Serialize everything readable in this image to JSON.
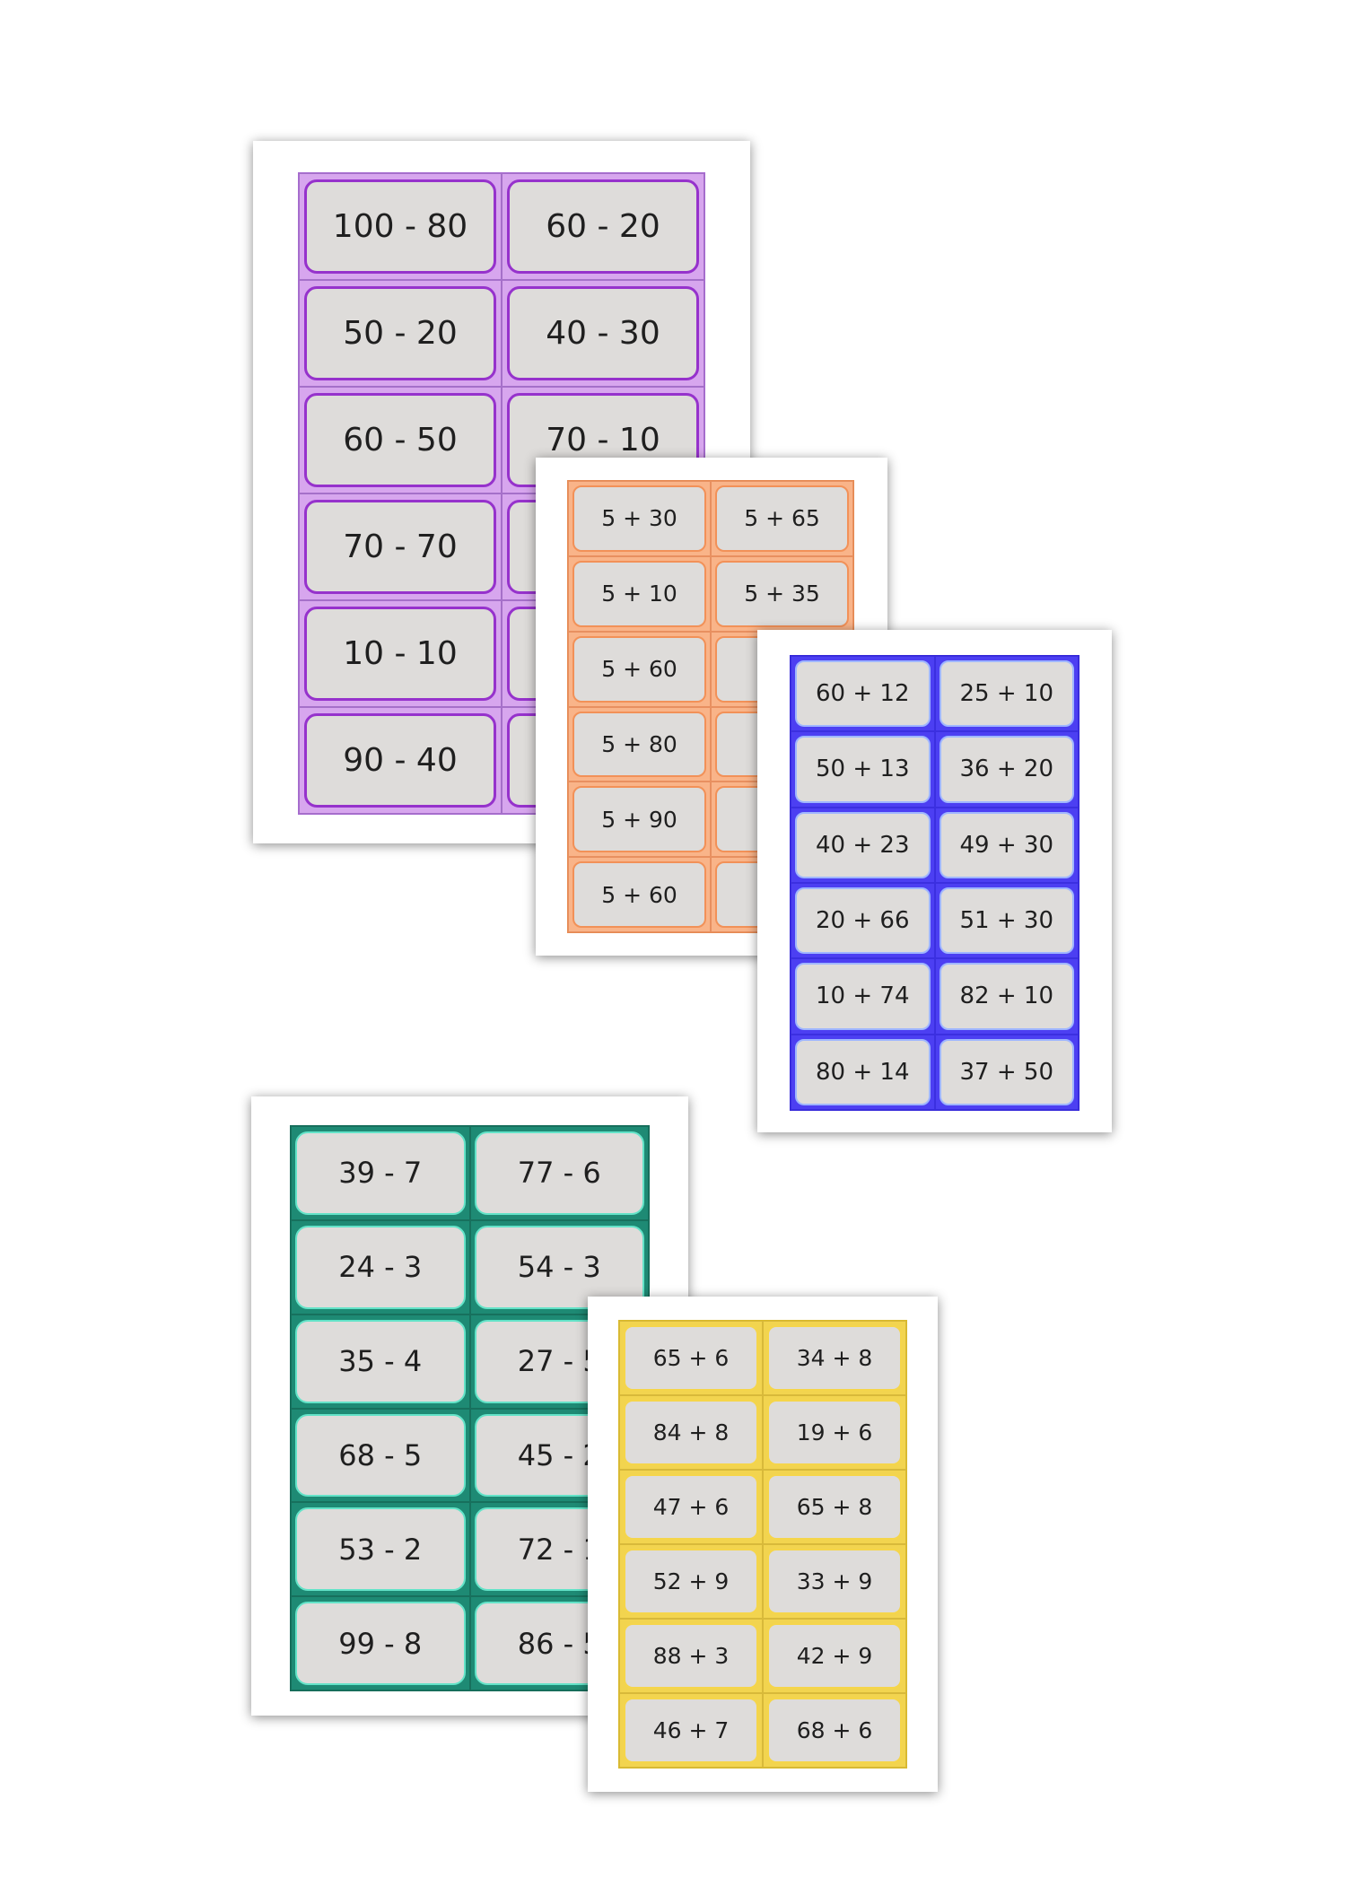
{
  "sheets": [
    {
      "id": "s-purple",
      "color": "#d7a6ee",
      "cards": [
        "100 - 80",
        "60 - 20",
        "50 - 20",
        "40 - 30",
        "60 - 50",
        "70 - 10",
        "70 - 70",
        "",
        "10 - 10",
        "",
        "90 - 40",
        ""
      ]
    },
    {
      "id": "s-orange",
      "color": "#f9b489",
      "cards": [
        "5 + 30",
        "5 + 65",
        "5 + 10",
        "5 + 35",
        "5 + 60",
        "5",
        "5 + 80",
        "5",
        "5 + 90",
        "5",
        "5 + 60",
        "5"
      ]
    },
    {
      "id": "s-blue",
      "color": "#4c3ff2",
      "cards": [
        "60 + 12",
        "25 + 10",
        "50 + 13",
        "36 + 20",
        "40 + 23",
        "49 + 30",
        "20 + 66",
        "51 + 30",
        "10 + 74",
        "82 + 10",
        "80 + 14",
        "37 + 50"
      ]
    },
    {
      "id": "s-teal",
      "color": "#1e8a74",
      "cards": [
        "39 - 7",
        "77 - 6",
        "24 - 3",
        "54 - 3",
        "35 - 4",
        "27 - 5",
        "68 - 5",
        "45 - 2",
        "53 - 2",
        "72 - 1",
        "99 - 8",
        "86 - 5"
      ]
    },
    {
      "id": "s-yellow",
      "color": "#f2d44f",
      "cards": [
        "65 + 6",
        "34 + 8",
        "84 + 8",
        "19 + 6",
        "47 + 6",
        "65 + 8",
        "52 + 9",
        "33 + 9",
        "88 + 3",
        "42 + 9",
        "46 + 7",
        "68 + 6"
      ]
    }
  ]
}
